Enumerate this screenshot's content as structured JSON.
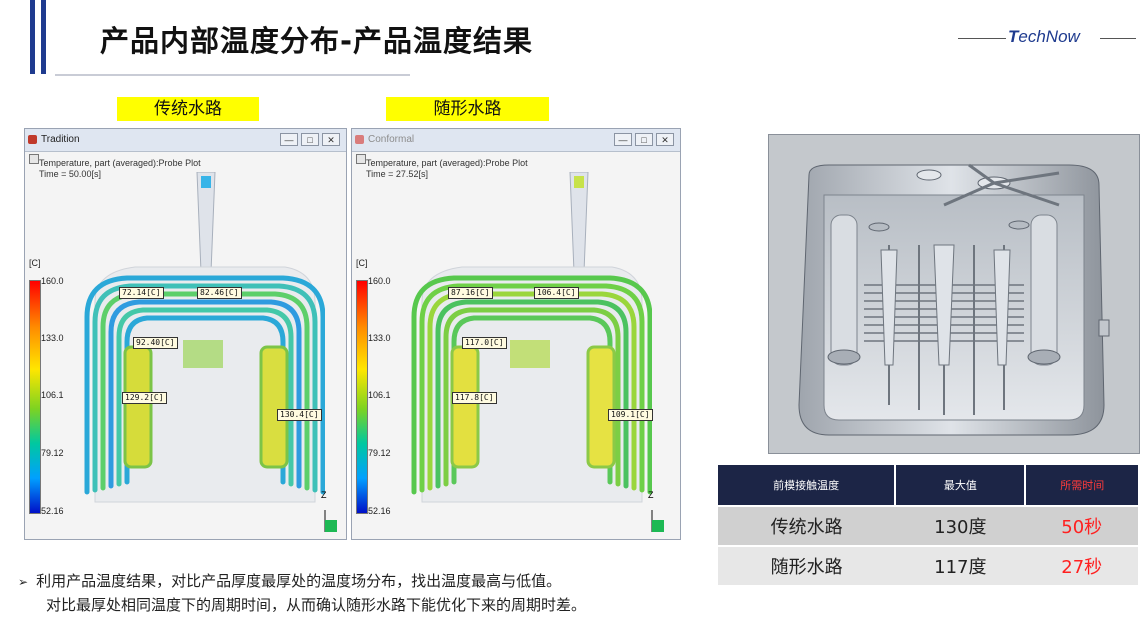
{
  "header": {
    "title": "产品内部温度分布-产品温度结果",
    "brand": {
      "T": "T",
      "rest": "echNow"
    }
  },
  "labels": {
    "left": "传统水路",
    "right": "随形水路"
  },
  "windows": [
    {
      "title": "Tradition",
      "probe_line1": "Temperature, part (averaged):Probe Plot",
      "probe_line2": "Time = 50.00[s]",
      "unit": "[C]",
      "scale": [
        "160.0",
        "133.0",
        "106.1",
        "79.12",
        "52.16"
      ],
      "probes": [
        "72.14[C]",
        "82.46[C]",
        "92.40[C]",
        "129.2[C]",
        "130.4[C]"
      ]
    },
    {
      "title": "Conformal",
      "probe_line1": "Temperature, part (averaged):Probe Plot",
      "probe_line2": "Time = 27.52[s]",
      "unit": "[C]",
      "scale": [
        "160.0",
        "133.0",
        "106.1",
        "79.12",
        "52.16"
      ],
      "probes": [
        "87.16[C]",
        "106.4[C]",
        "117.0[C]",
        "117.8[C]",
        "109.1[C]"
      ]
    }
  ],
  "win_buttons": [
    "—",
    "□",
    "✕"
  ],
  "axis_label": "Z",
  "table": {
    "headers": [
      "前模接触温度",
      "最大值",
      "所需时间"
    ],
    "rows": [
      [
        "传统水路",
        "130度",
        "50秒"
      ],
      [
        "随形水路",
        "117度",
        "27秒"
      ]
    ]
  },
  "note": {
    "line1": "利用产品温度结果，对比产品厚度最厚处的温度场分布，找出温度最高与低值。",
    "line2": "对比最厚处相同温度下的周期时间，从而确认随形水路下能优化下来的周期时差。"
  },
  "colors": {
    "accent": "#1f3b8f",
    "table_header": "#1c2546",
    "highlight": "#ffff00",
    "warn_red": "#ff2020"
  }
}
